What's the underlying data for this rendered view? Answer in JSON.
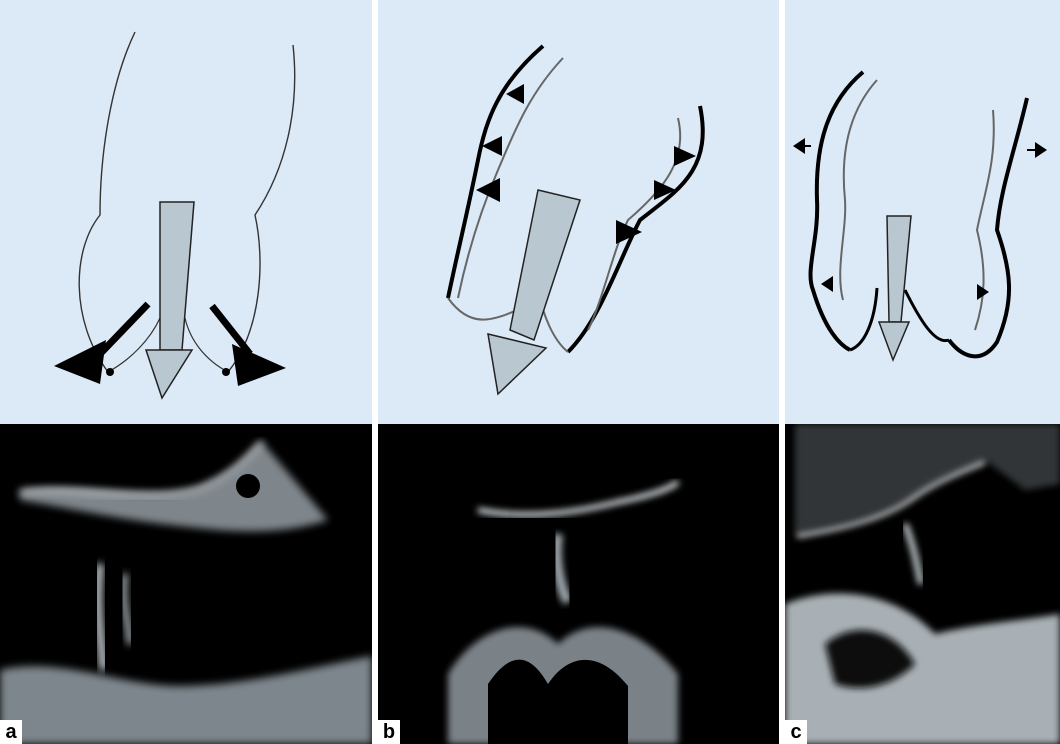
{
  "panels": [
    {
      "label": "a"
    },
    {
      "label": "b"
    },
    {
      "label": "c"
    }
  ],
  "colors": {
    "sketch_background": "#dce9f6",
    "flow_arrow_fill": "#b9c7d1",
    "echo_background": "#000000"
  }
}
